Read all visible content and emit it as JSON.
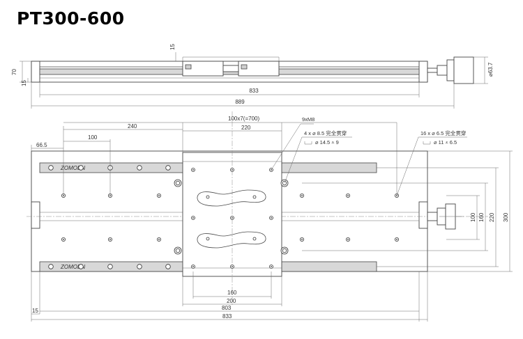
{
  "title": "PT300-600",
  "brand_mark": "ZOMOEN",
  "side_view": {
    "dims": {
      "height": "70",
      "base": "15",
      "block": "15",
      "length_833": "833",
      "length_889": "889",
      "motor_diameter": "⌀63.7"
    }
  },
  "top_view": {
    "dims": {
      "edge_66_5": "66.5",
      "pitch_100": "100",
      "span_240": "240",
      "pitch_total": "100x7(=700)",
      "carriage_220": "220",
      "threads": "9xM8",
      "carriage_160": "160",
      "carriage_200": "200",
      "length_803": "803",
      "length_833": "833",
      "edge_15": "15",
      "width_100": "100",
      "width_160": "160",
      "width_220": "220",
      "width_300": "300"
    },
    "hole_note_a": {
      "line1": "4 x ⌀ 8.5 完全贯穿",
      "line2": "⌀ 14.5 ⩡ 9"
    },
    "hole_note_b": {
      "line1": "16 x ⌀ 6.5 完全贯穿",
      "line2": "⌀ 11 ⩡ 6.5"
    }
  }
}
